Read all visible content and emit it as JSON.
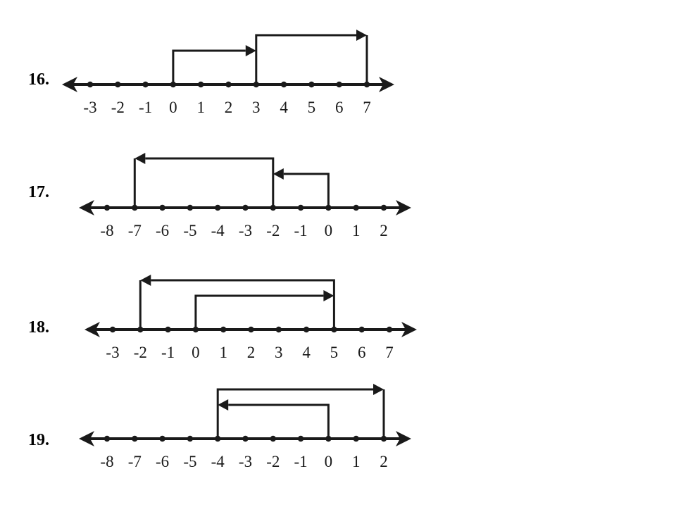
{
  "ink_color": "#1a1a1a",
  "problems": [
    {
      "label": "16.",
      "ticks": [
        "-3",
        "-2",
        "-1",
        "0",
        "1",
        "2",
        "3",
        "4",
        "5",
        "6",
        "7"
      ],
      "jumps": [
        {
          "from": 0,
          "to": 3,
          "level": 1
        },
        {
          "from": 3,
          "to": 7,
          "level": 2
        }
      ]
    },
    {
      "label": "17.",
      "ticks": [
        "-8",
        "-7",
        "-6",
        "-5",
        "-4",
        "-3",
        "-2",
        "-1",
        "0",
        "1",
        "2"
      ],
      "jumps": [
        {
          "from": 0,
          "to": -2,
          "level": 1
        },
        {
          "from": -2,
          "to": -7,
          "level": 2
        }
      ]
    },
    {
      "label": "18.",
      "ticks": [
        "-3",
        "-2",
        "-1",
        "0",
        "1",
        "2",
        "3",
        "4",
        "5",
        "6",
        "7"
      ],
      "jumps": [
        {
          "from": 0,
          "to": 5,
          "level": 1
        },
        {
          "from": 5,
          "to": -2,
          "level": 2
        }
      ]
    },
    {
      "label": "19.",
      "ticks": [
        "-8",
        "-7",
        "-6",
        "-5",
        "-4",
        "-3",
        "-2",
        "-1",
        "0",
        "1",
        "2"
      ],
      "jumps": [
        {
          "from": 0,
          "to": -4,
          "level": 1
        },
        {
          "from": -4,
          "to": 2,
          "level": 2
        }
      ]
    }
  ]
}
